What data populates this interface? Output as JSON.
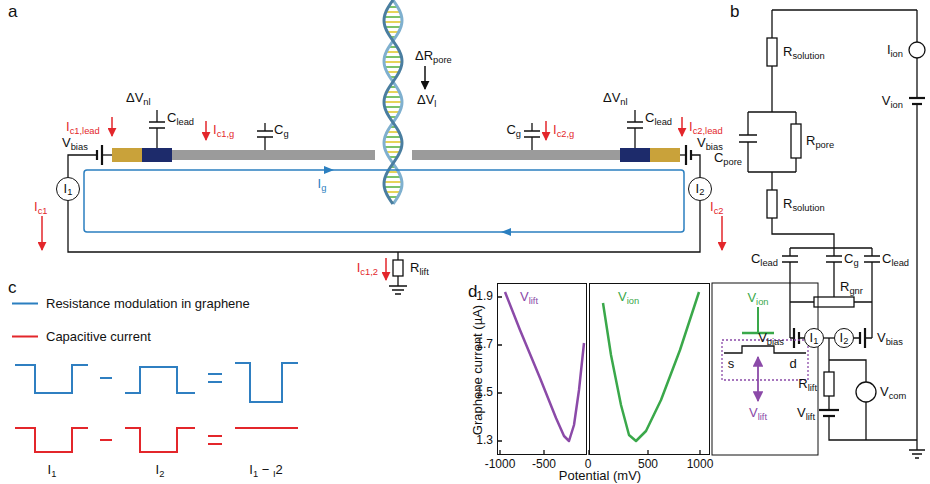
{
  "diagram": {
    "nodes": [
      {
        "text": [
          "I1"
        ]
      },
      {
        "text": [
          "I2"
        ]
      },
      {
        "text": [
          "I1"
        ]
      },
      {
        "text": [
          "I2"
        ]
      },
      {
        "text": [
          "Vlift"
        ]
      },
      {
        "text": [
          "Vion"
        ]
      }
    ],
    "edges": [
      {
        "from": 2,
        "to": 3,
        "arrow": "none"
      }
    ],
    "labels": [
      "a",
      "ΔRpore",
      "ΔVl",
      "ΔVnl",
      "Ic1,lead",
      "Clead",
      "Ic1,g",
      "Cg",
      "Cg",
      "Ic2,g",
      "ΔVnl",
      "Clead",
      "Ic2,lead",
      "Vbias",
      "Vbias",
      "Ic1",
      "Ic2",
      "Ig",
      "Ic1,2",
      "Rlift",
      "b",
      "Rsolution",
      "Cpore",
      "Rpore",
      "Rsolution",
      "Iion",
      "Vion",
      "Clead",
      "Cg",
      "Clead",
      "Rgnr",
      "Vbias",
      "Vbias",
      "Rlift",
      "Vlift",
      "Vcom",
      "c",
      "I1",
      "I2",
      "I1 − I2",
      "d",
      "Graphene current (µA)",
      "1.9",
      "1.7",
      "1.5",
      "1.3",
      "-1000",
      "-500",
      "0",
      "500",
      "1000",
      "Potential (mV)",
      "Vion",
      "s",
      "d",
      "Vlift"
    ],
    "legend": [
      {
        "text": "Resistance modulation in graphene"
      },
      {
        "text": "Capacitive current"
      }
    ]
  }
}
